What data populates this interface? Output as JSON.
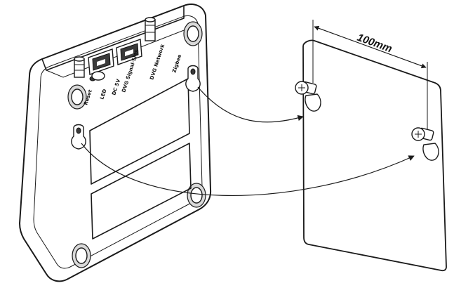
{
  "dimension": {
    "label": "100mm"
  },
  "port_labels": {
    "reset": "Reset",
    "led": "LED",
    "dc": "DC 5V",
    "port1": "DVG Signal·SMS",
    "port2": "DVG Network",
    "zigbee": "Zigbee"
  },
  "icons": {
    "screw": "phillips-screw-icon",
    "keyhole": "keyhole-slot-icon"
  },
  "colors": {
    "ink": "#1a1a1a",
    "background": "#ffffff"
  }
}
